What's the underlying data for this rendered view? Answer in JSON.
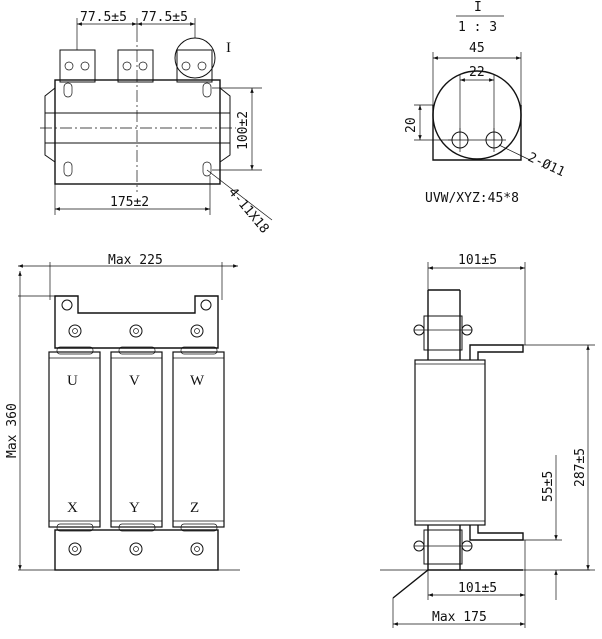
{
  "top_front": {
    "dim_left": "77.5±5",
    "dim_right": "77.5±5",
    "detail_marker": "I",
    "dim_height": "100±2",
    "dim_width": "175±2",
    "hole_callout": "4-11X18"
  },
  "detail": {
    "scale_top": "I",
    "scale_bottom": "1 : 3",
    "dim_outer": "45",
    "dim_inner": "22",
    "dim_side": "20",
    "hole_callout": "2-Ø11",
    "caption": "UVW/XYZ:45*8"
  },
  "front": {
    "dim_width": "Max 225",
    "dim_height": "Max 360",
    "top_labels": [
      "U",
      "V",
      "W"
    ],
    "bottom_labels": [
      "X",
      "Y",
      "Z"
    ]
  },
  "side": {
    "dim_top": "101±5",
    "dim_bottom": "101±5",
    "dim_width": "Max 175",
    "dim_height": "287±5",
    "dim_lower": "55±5"
  }
}
